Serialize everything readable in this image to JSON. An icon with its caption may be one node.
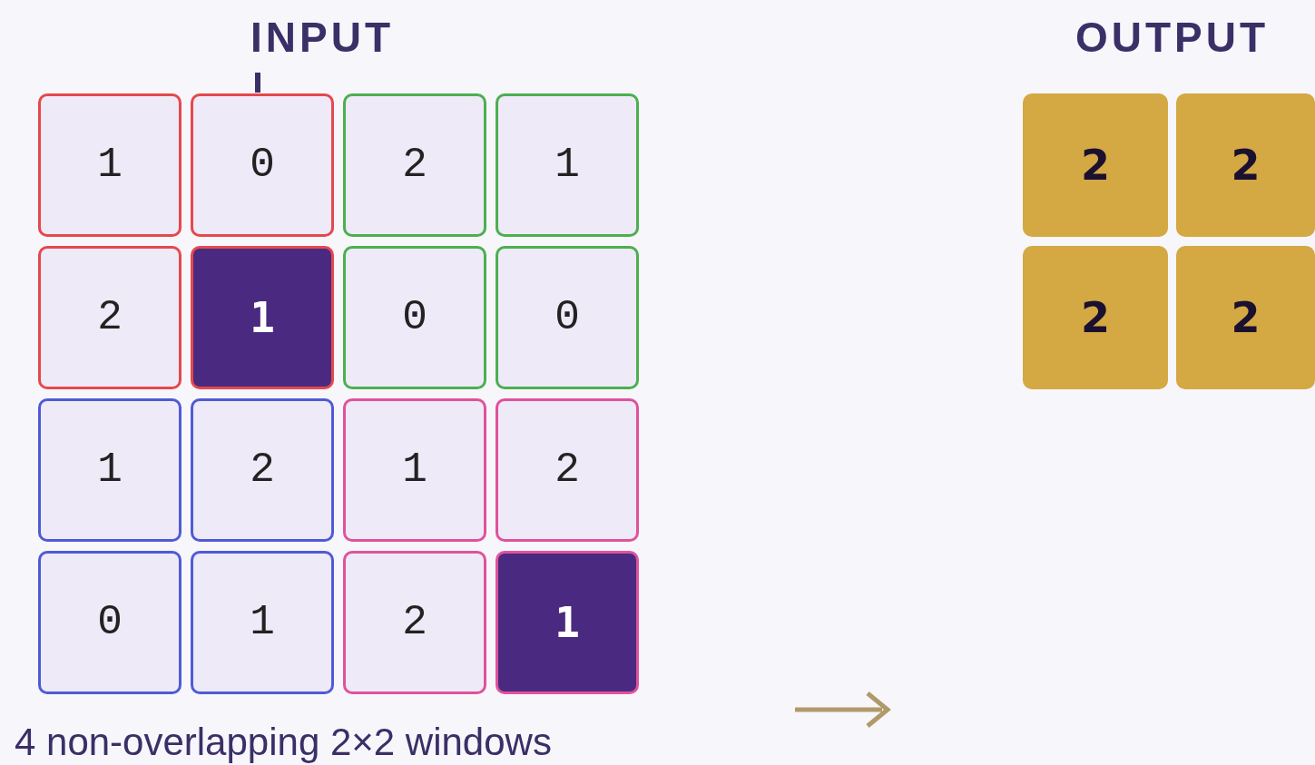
{
  "diagram": {
    "nodes": [
      {
        "text": [
          "1"
        ]
      },
      {
        "text": [
          "0"
        ]
      },
      {
        "text": [
          "2"
        ]
      },
      {
        "text": [
          "1"
        ]
      },
      {
        "text": [
          "2"
        ]
      },
      {
        "text": [
          "1"
        ]
      },
      {
        "text": [
          "0"
        ]
      },
      {
        "text": [
          "0"
        ]
      },
      {
        "text": [
          "1"
        ]
      },
      {
        "text": [
          "2"
        ]
      },
      {
        "text": [
          "1"
        ]
      },
      {
        "text": [
          "2"
        ]
      },
      {
        "text": [
          "0"
        ]
      },
      {
        "text": [
          "1"
        ]
      },
      {
        "text": [
          "2"
        ]
      },
      {
        "text": [
          "1"
        ]
      },
      {
        "text": [
          "2"
        ]
      },
      {
        "text": [
          "2"
        ]
      },
      {
        "text": [
          "2"
        ]
      },
      {
        "text": [
          "2"
        ]
      }
    ],
    "edges": [],
    "labels": [
      "INPUT",
      "OUTPUT",
      "4 non-overlapping 2×2 windows"
    ]
  }
}
